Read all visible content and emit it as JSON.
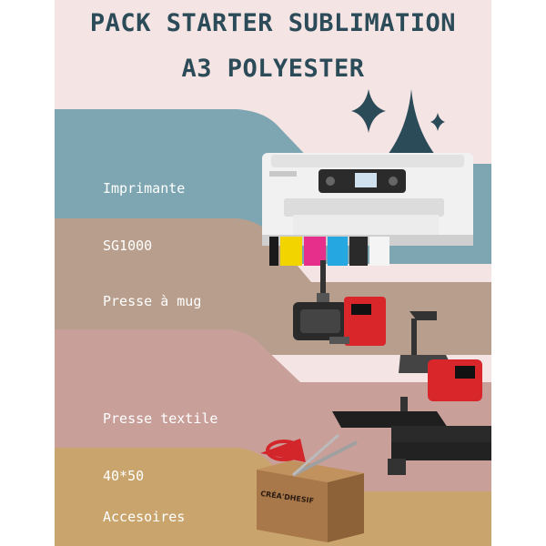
{
  "title": {
    "line1": "PACK STARTER SUBLIMATION",
    "line2": "A3 POLYESTER"
  },
  "items": [
    {
      "label_line1": "Imprimante",
      "label_line2": "SG1000"
    },
    {
      "label_line1": "Presse à mug",
      "label_line2": ""
    },
    {
      "label_line1": "Presse textile",
      "label_line2": "40*50"
    },
    {
      "label_line1": "Accesoires",
      "label_line2": ""
    }
  ],
  "box_brand": "CRÉA'DHESIF",
  "colors": {
    "background": "#f4e4e3",
    "title": "#2c4b58",
    "band_blue": "#7da6b2",
    "band_taupe": "#b89e8c",
    "band_rose": "#c99f9a",
    "band_sand": "#c9a46c",
    "sparkle": "#2c4b58"
  },
  "icons": [
    "sparkle-icon",
    "printer-icon",
    "mug-press-icon",
    "heat-press-icon",
    "accessory-box-icon"
  ]
}
